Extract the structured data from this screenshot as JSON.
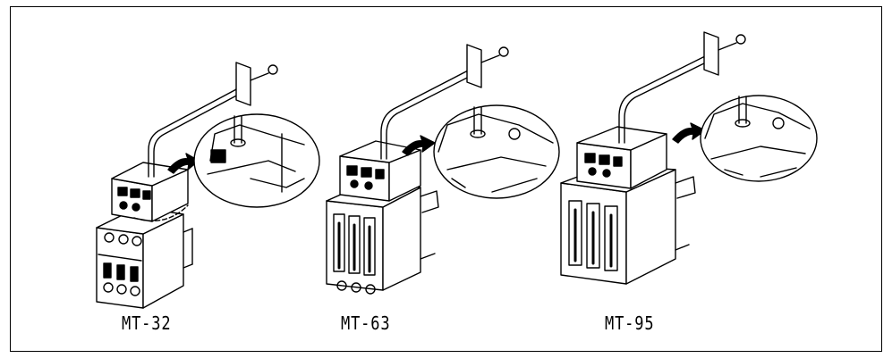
{
  "figure": {
    "labels": {
      "mt32": "MT-32",
      "mt63": "MT-63",
      "mt95": "MT-95"
    }
  }
}
